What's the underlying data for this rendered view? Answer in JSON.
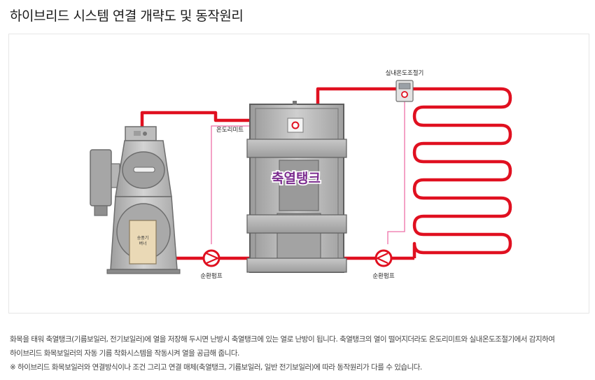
{
  "title": "하이브리드 시스템 연결 개략도 및 동작원리",
  "labels": {
    "thermostat": "실내온도조절기",
    "temp_limit": "온도리미트",
    "tank": "축열탱크",
    "pump_left": "순환펌프",
    "pump_right": "순환펌프",
    "burner_line1": "송풍기",
    "burner_line2": "버너"
  },
  "description": {
    "line1": "화목을 태워 축열탱크(기름보일러, 전기보일러)에 열을 저장해 두시면 난방시 축열탱크에 있는 열로 난방이 됩니다. 축열탱크의 열이 떨어지더라도 온도리미트와 실내온도조절기에서 감지하여",
    "line2": "하이브리드 화목보일러의 자동 기름 착화시스템을 작동시켜 열을 공급해 줍니다.",
    "line3": "※ 하이브리드 화목보일러와 연결방식이나 조건 그리고 연결 매체(축열탱크, 기름보일러, 일반 전기보일러)에 따라 동작원리가 다를 수 있습니다."
  },
  "colors": {
    "pipe": "#e01020",
    "signal_wire": "#ee6fa8",
    "tank_label": "#7b2c8f",
    "boiler_body": "#b7b7b7"
  }
}
